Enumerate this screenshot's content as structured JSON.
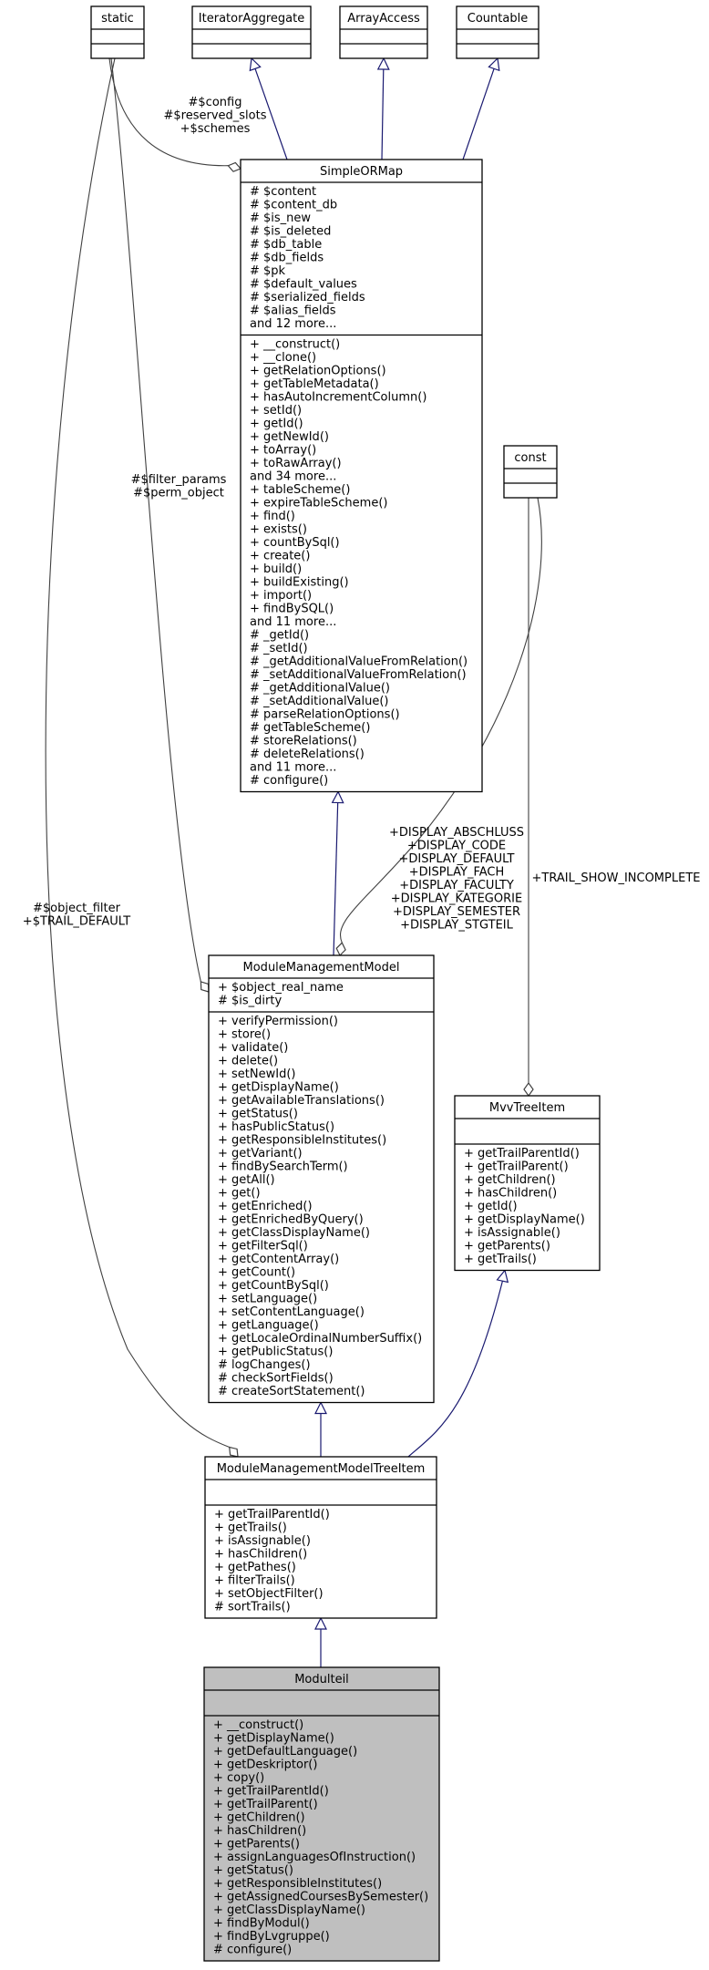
{
  "classes": [
    {
      "id": "static",
      "name": "static",
      "attrs": [],
      "methods": []
    },
    {
      "id": "iteratoraggregate",
      "name": "IteratorAggregate",
      "attrs": [],
      "methods": []
    },
    {
      "id": "arrayaccess",
      "name": "ArrayAccess",
      "attrs": [],
      "methods": []
    },
    {
      "id": "countable",
      "name": "Countable",
      "attrs": [],
      "methods": []
    },
    {
      "id": "const",
      "name": "const",
      "attrs": [],
      "methods": []
    },
    {
      "id": "simpleormap",
      "name": "SimpleORMap",
      "attrs": [
        "# $content",
        "# $content_db",
        "# $is_new",
        "# $is_deleted",
        "# $db_table",
        "# $db_fields",
        "# $pk",
        "# $default_values",
        "# $serialized_fields",
        "# $alias_fields",
        "and 12 more..."
      ],
      "methods": [
        "+ __construct()",
        "+ __clone()",
        "+ getRelationOptions()",
        "+ getTableMetadata()",
        "+ hasAutoIncrementColumn()",
        "+ setId()",
        "+ getId()",
        "+ getNewId()",
        "+ toArray()",
        "+ toRawArray()",
        "and 34 more...",
        "+ tableScheme()",
        "+ expireTableScheme()",
        "+ find()",
        "+ exists()",
        "+ countBySql()",
        "+ create()",
        "+ build()",
        "+ buildExisting()",
        "+ import()",
        "+ findBySQL()",
        "and 11 more...",
        "# _getId()",
        "# _setId()",
        "# _getAdditionalValueFromRelation()",
        "# _setAdditionalValueFromRelation()",
        "# _getAdditionalValue()",
        "# _setAdditionalValue()",
        "# parseRelationOptions()",
        "# getTableScheme()",
        "# storeRelations()",
        "# deleteRelations()",
        "and 11 more...",
        "# configure()"
      ]
    },
    {
      "id": "modulemanagementmodel",
      "name": "ModuleManagementModel",
      "attrs": [
        "+ $object_real_name",
        "# $is_dirty"
      ],
      "methods": [
        "+ verifyPermission()",
        "+ store()",
        "+ validate()",
        "+ delete()",
        "+ setNewId()",
        "+ getDisplayName()",
        "+ getAvailableTranslations()",
        "+ getStatus()",
        "+ hasPublicStatus()",
        "+ getResponsibleInstitutes()",
        "+ getVariant()",
        "+ findBySearchTerm()",
        "+ getAll()",
        "+ get()",
        "+ getEnriched()",
        "+ getEnrichedByQuery()",
        "+ getClassDisplayName()",
        "+ getFilterSql()",
        "+ getContentArray()",
        "+ getCount()",
        "+ getCountBySql()",
        "+ setLanguage()",
        "+ setContentLanguage()",
        "+ getLanguage()",
        "+ getLocaleOrdinalNumberSuffix()",
        "+ getPublicStatus()",
        "# logChanges()",
        "# checkSortFields()",
        "# createSortStatement()"
      ]
    },
    {
      "id": "mvvtreeitem",
      "name": "MvvTreeItem",
      "attrs": [],
      "methods": [
        "+ getTrailParentId()",
        "+ getTrailParent()",
        "+ getChildren()",
        "+ hasChildren()",
        "+ getId()",
        "+ getDisplayName()",
        "+ isAssignable()",
        "+ getParents()",
        "+ getTrails()"
      ]
    },
    {
      "id": "modulemanagementmodeltreeitem",
      "name": "ModuleManagementModelTreeItem",
      "attrs": [],
      "methods": [
        "+ getTrailParentId()",
        "+ getTrails()",
        "+ isAssignable()",
        "+ hasChildren()",
        "+ getPathes()",
        "+ filterTrails()",
        "+ setObjectFilter()",
        "# sortTrails()"
      ]
    },
    {
      "id": "modulteil",
      "name": "Modulteil",
      "attrs": [],
      "methods": [
        "+ __construct()",
        "+ getDisplayName()",
        "+ getDefaultLanguage()",
        "+ getDeskriptor()",
        "+ copy()",
        "+ getTrailParentId()",
        "+ getTrailParent()",
        "+ getChildren()",
        "+ hasChildren()",
        "+ getParents()",
        "+ assignLanguagesOfInstruction()",
        "+ getStatus()",
        "+ getResponsibleInstitutes()",
        "+ getAssignedCoursesBySemester()",
        "+ getClassDisplayName()",
        "+ findByModul()",
        "+ findByLvgruppe()",
        "# configure()"
      ]
    }
  ],
  "edge_labels": [
    {
      "id": "static-simpleormap",
      "lines": [
        "#$config",
        "#$reserved_slots",
        "+$schemes"
      ]
    },
    {
      "id": "static-mmm",
      "lines": [
        "#$filter_params",
        "#$perm_object"
      ]
    },
    {
      "id": "static-mmmti",
      "lines": [
        "#$object_filter",
        "+$TRAIL_DEFAULT"
      ]
    },
    {
      "id": "const-mmm",
      "lines": [
        "+DISPLAY_ABSCHLUSS",
        "+DISPLAY_CODE",
        "+DISPLAY_DEFAULT",
        "+DISPLAY_FACH",
        "+DISPLAY_FACULTY",
        "+DISPLAY_KATEGORIE",
        "+DISPLAY_SEMESTER",
        "+DISPLAY_STGTEIL"
      ]
    },
    {
      "id": "const-mvvtreeitem",
      "lines": [
        "+TRAIL_SHOW_INCOMPLETE"
      ]
    }
  ],
  "colors": {
    "inherit_edge": "#191970",
    "usage_edge": "#404040",
    "highlight_fill": "#bfbfbf",
    "box_fill": "#ffffff",
    "stroke": "#000000"
  }
}
